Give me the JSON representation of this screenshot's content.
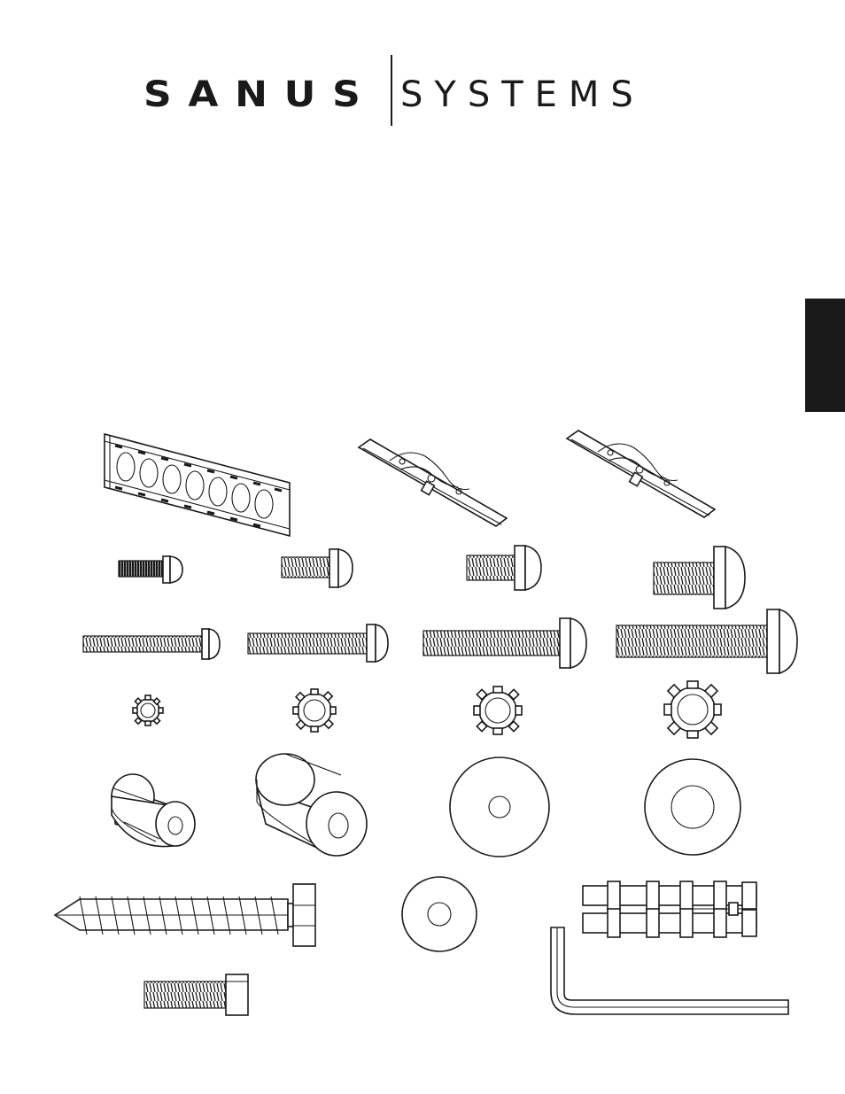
{
  "brand": {
    "name_bold": "SANUS",
    "name_light": "SYSTEMS",
    "color": "#1a1a1a"
  },
  "side_tab": {
    "color": "#1a1a1a"
  },
  "hardware": {
    "icons": [
      "wall-plate",
      "tv-bracket-left",
      "tv-bracket-right",
      "screw-m4-short",
      "screw-m5-short",
      "screw-m6-short",
      "screw-m8-short",
      "screw-m4-long",
      "screw-m5-long",
      "screw-m6-long",
      "screw-m8-long",
      "lock-washer-small",
      "lock-washer-medium",
      "lock-washer-large",
      "lock-washer-xlarge",
      "spacer-small",
      "spacer-large",
      "washer-large-small-hole",
      "washer-large-big-hole",
      "lag-bolt",
      "washer-small",
      "concrete-anchors",
      "socket-cap-bolt",
      "allen-wrench"
    ]
  }
}
